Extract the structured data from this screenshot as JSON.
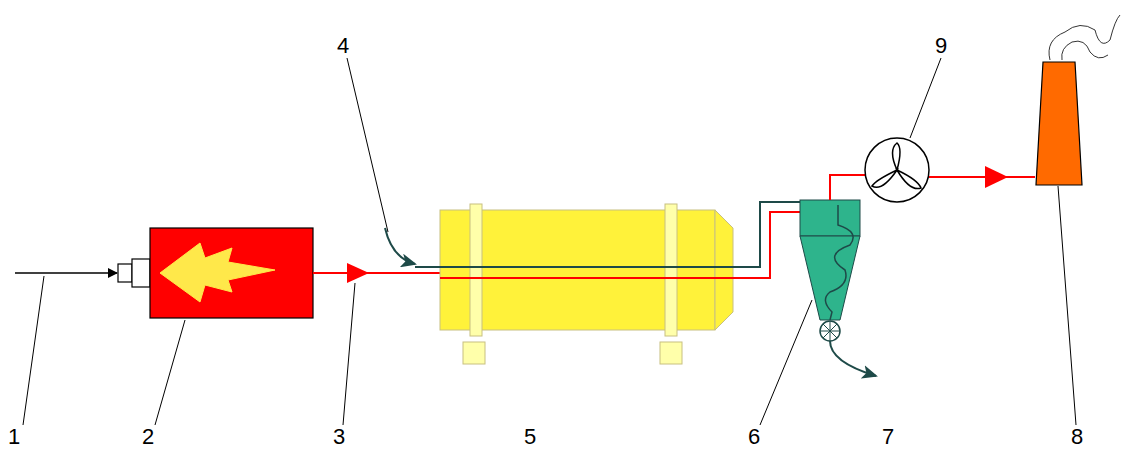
{
  "diagram": {
    "labels": [
      "4",
      "9",
      "1",
      "2",
      "3",
      "5",
      "6",
      "7",
      "8"
    ]
  }
}
